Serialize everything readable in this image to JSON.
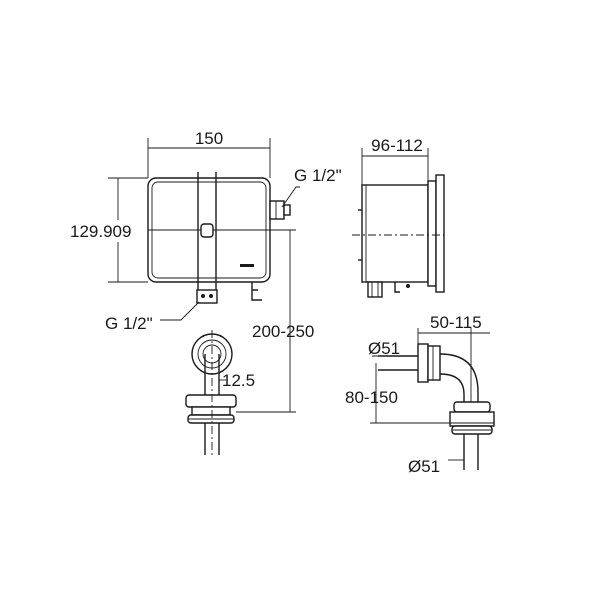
{
  "labels": {
    "front_width": "150",
    "front_height": "129.909",
    "inlet_thread_side": "G 1/2\"",
    "outlet_thread_bottom": "G 1/2\"",
    "side_depth": "96-112",
    "trap_height": "200-250",
    "pipe_diameter": "12.5",
    "bend_reach": "50-115",
    "flange_diameter_top": "Ø51",
    "bend_drop": "80-150",
    "flange_diameter_bottom": "Ø51"
  },
  "colors": {
    "line": "#1a1a1a",
    "background": "#ffffff"
  }
}
